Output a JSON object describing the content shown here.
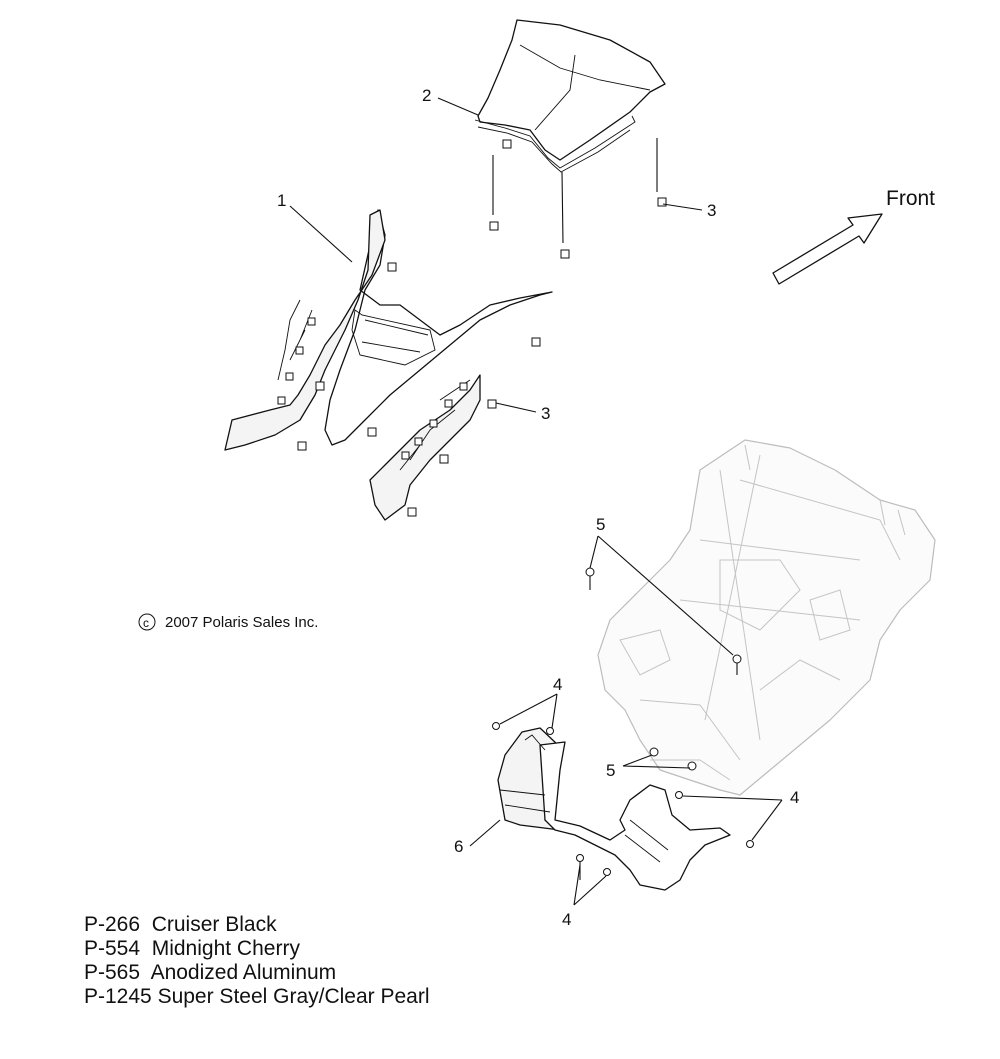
{
  "callouts": {
    "c1": "1",
    "c2": "2",
    "c3a": "3",
    "c3b": "3",
    "c4a": "4",
    "c4b": "4",
    "c4c": "4",
    "c5a": "5",
    "c5b": "5",
    "c6": "6"
  },
  "direction_label": "Front",
  "copyright_symbol": "c",
  "copyright": "2007 Polaris Sales Inc.",
  "color_codes": [
    {
      "code": "P-266",
      "name": "Cruiser Black"
    },
    {
      "code": "P-554",
      "name": "Midnight Cherry"
    },
    {
      "code": "P-565",
      "name": "Anodized Aluminum"
    },
    {
      "code": "P-1245",
      "name": "Super Steel Gray/Clear Pearl"
    }
  ]
}
